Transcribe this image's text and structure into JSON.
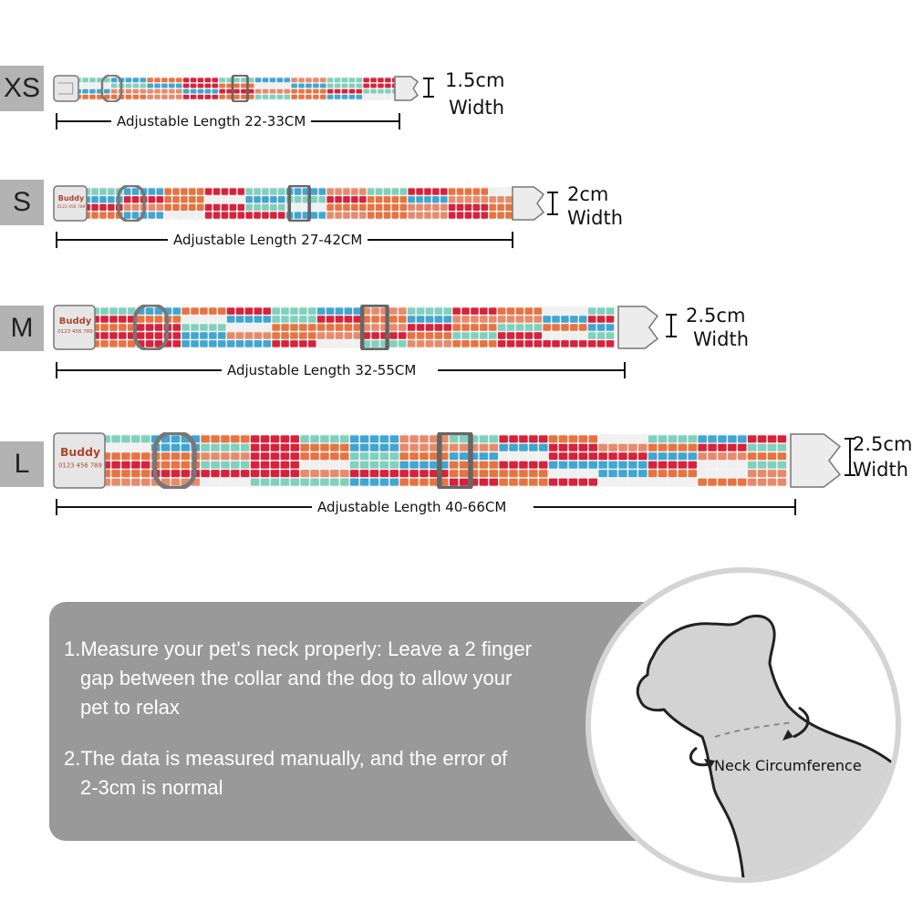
{
  "sizes": [
    {
      "tag": "XS",
      "width_value": "1.5cm",
      "width_word": "Width",
      "length": "Adjustable Length 22-33CM"
    },
    {
      "tag": "S",
      "width_value": "2cm",
      "width_word": "Width",
      "length": "Adjustable Length 27-42CM"
    },
    {
      "tag": "M",
      "width_value": "2.5cm",
      "width_word": "Width",
      "length": "Adjustable Length 32-55CM"
    },
    {
      "tag": "L",
      "width_value": "2.5cm",
      "width_word": "Width",
      "length": "Adjustable Length 40-66CM"
    }
  ],
  "tag_name": "Buddy",
  "tag_phone": "0123 456 789",
  "notes": [
    {
      "line1": "1.Measure your pet's neck properly: Leave a 2 finger",
      "line2": "gap between the collar and the dog to allow your",
      "line3": "pet to relax"
    },
    {
      "line1": "2.The data is measured manually, and the error of",
      "line2": "2-3cm is normal"
    }
  ],
  "neck_label": "Neck Circumference",
  "colors": {
    "tab_bg": "#b3b3b3",
    "info_bg": "#999999",
    "pattern": [
      "#3fa6d2",
      "#e8733f",
      "#d9213a",
      "#7fd1bd",
      "#f0f0f0",
      "#e88a6a"
    ]
  }
}
